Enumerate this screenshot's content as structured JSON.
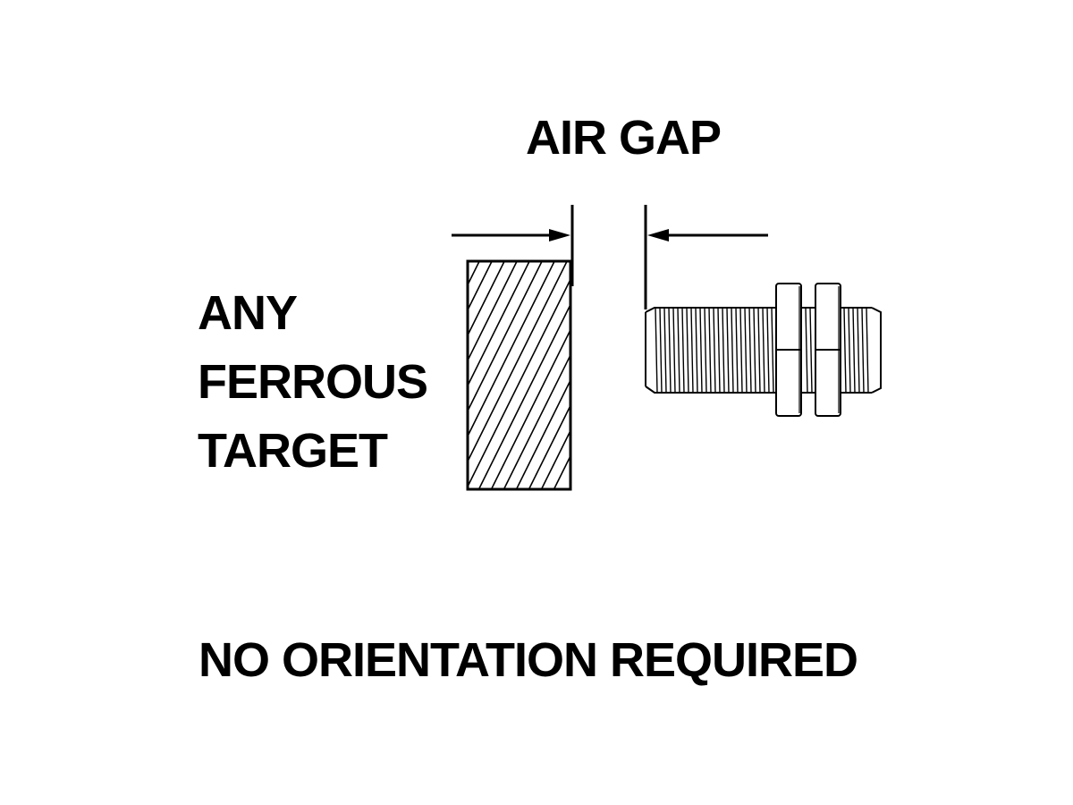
{
  "diagram": {
    "title": "AIR GAP",
    "target_label": {
      "lines": [
        "ANY",
        "FERROUS",
        "TARGET"
      ]
    },
    "footer": "NO ORIENTATION REQUIRED",
    "elements": {
      "target": "hatched ferrous target block",
      "sensor": "threaded cylindrical proximity sensor with two hex nuts",
      "dimension": "air gap dimension between target face and sensor face"
    },
    "colors": {
      "ink": "#000000",
      "background": "#ffffff"
    }
  }
}
